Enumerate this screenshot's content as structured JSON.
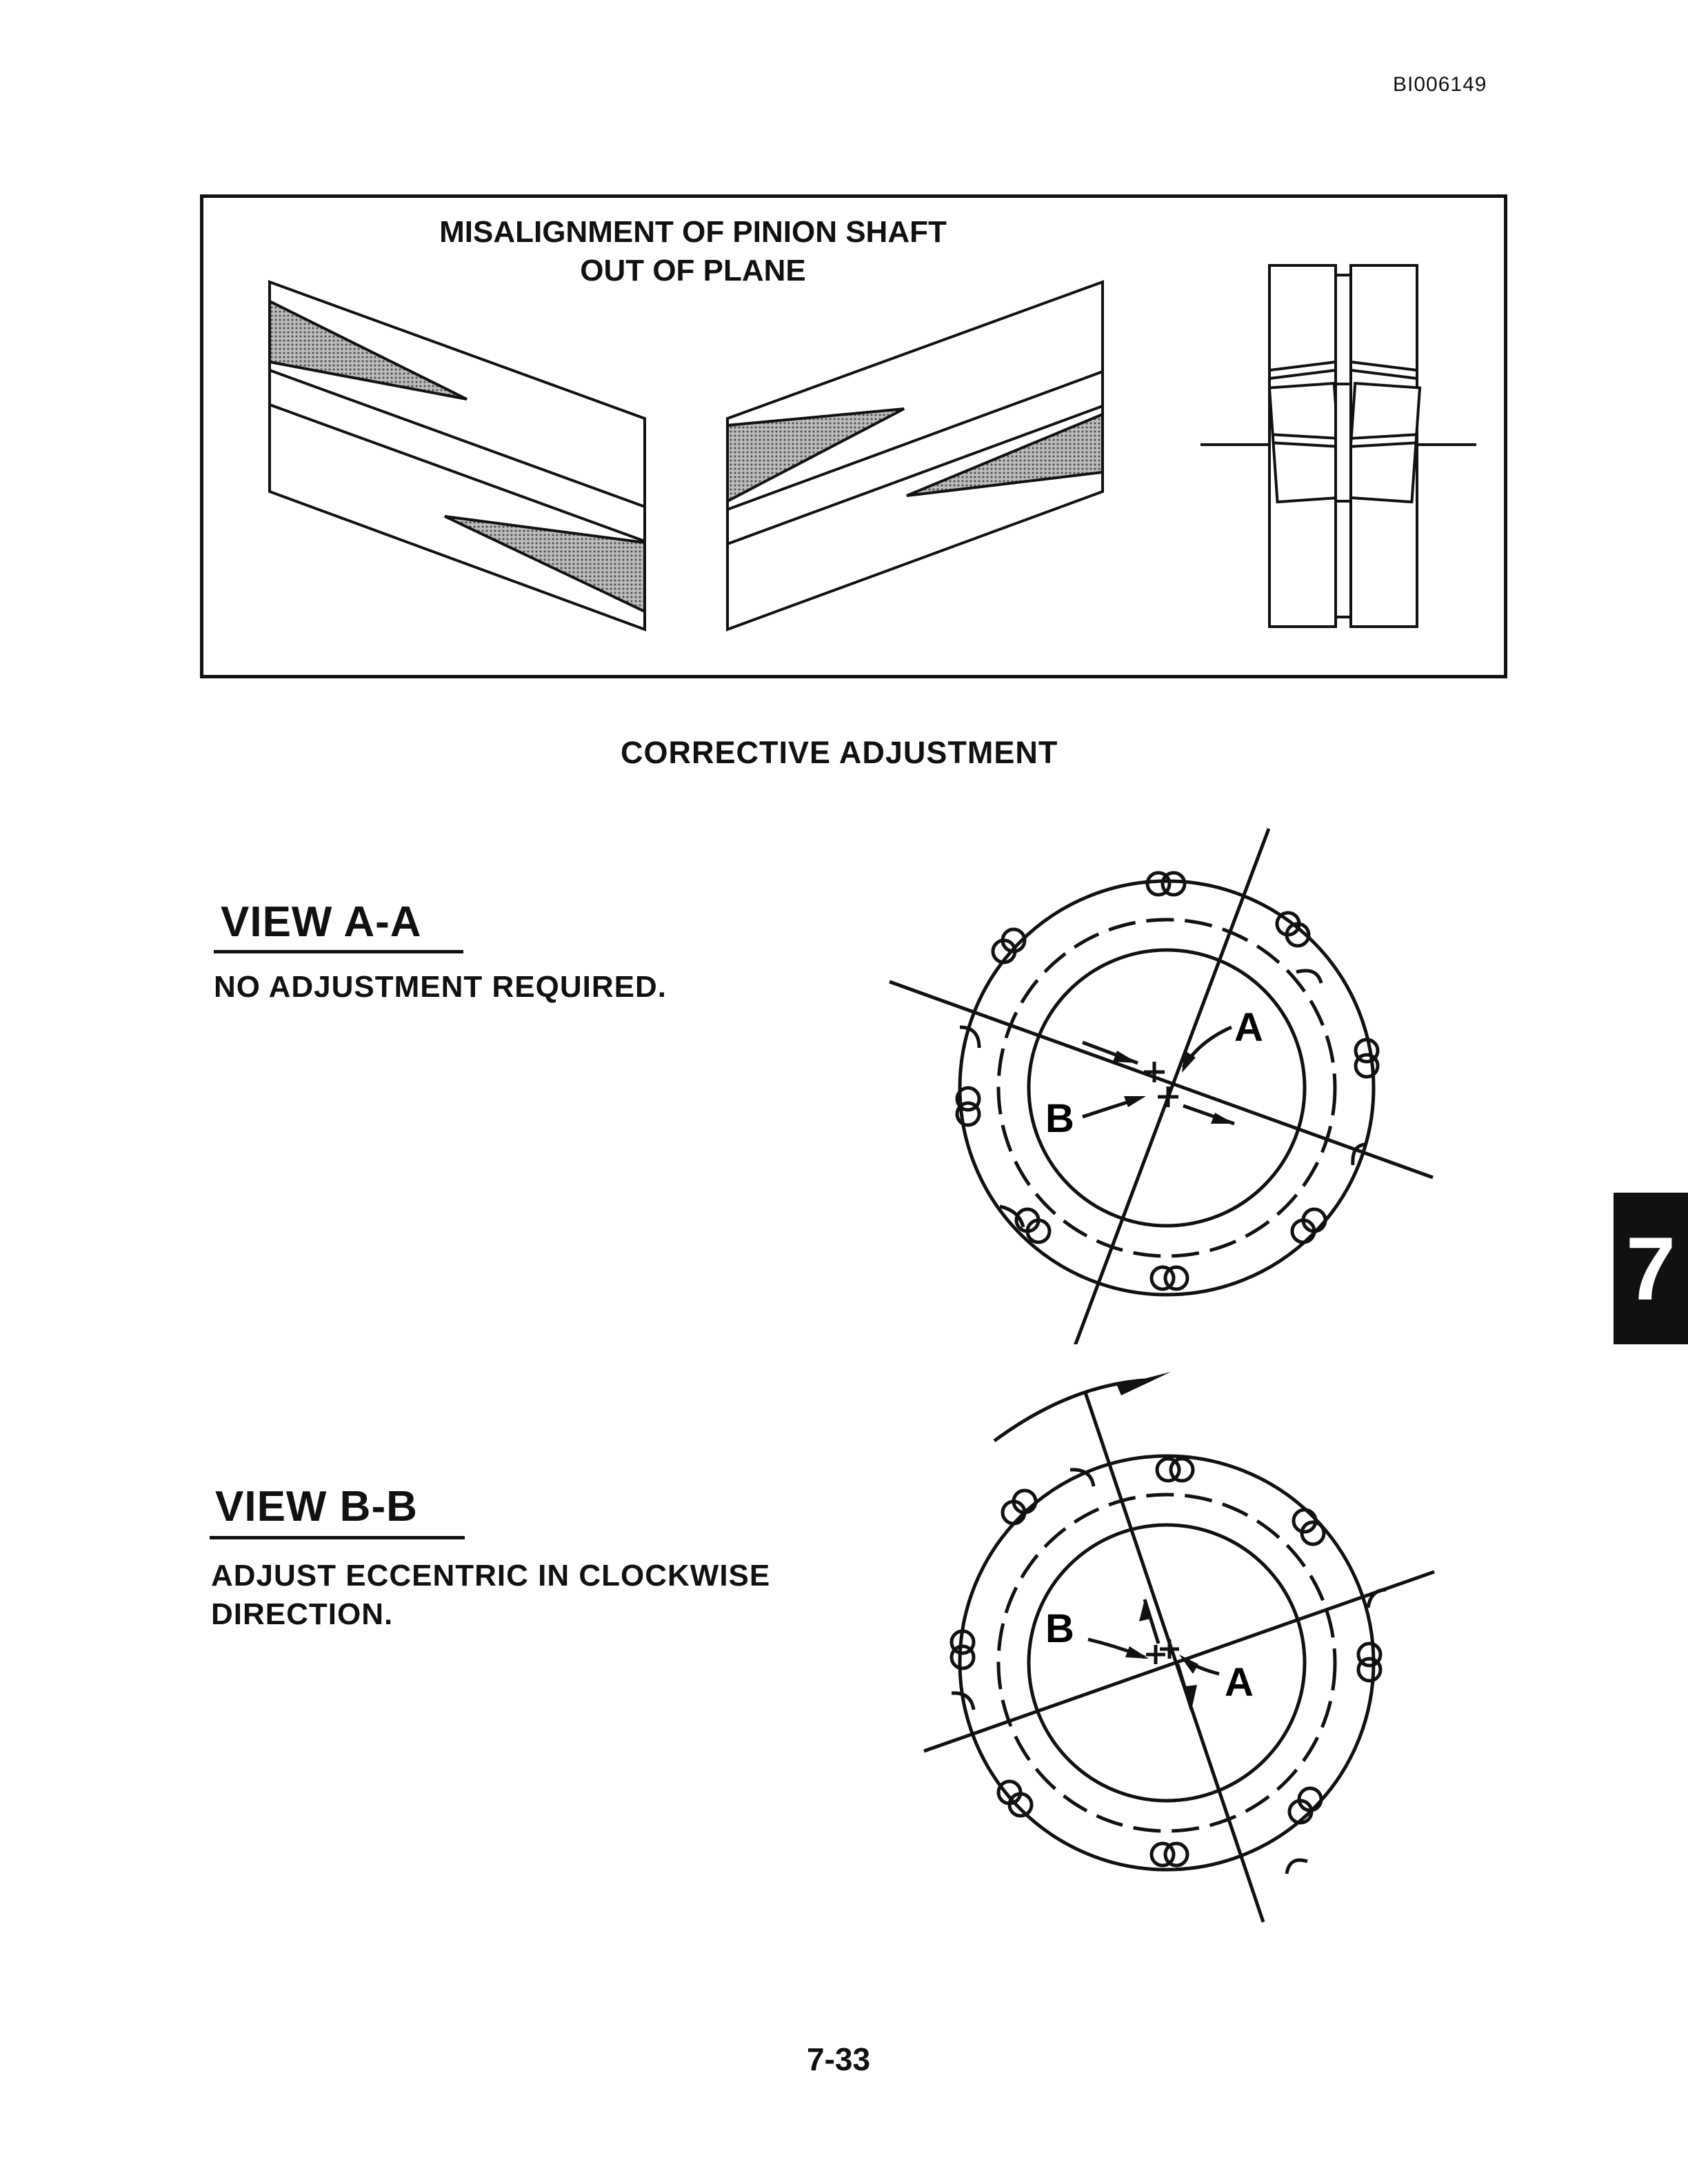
{
  "document_id": "BI006149",
  "figure": {
    "title_line1": "MISALIGNMENT OF PINION SHAFT",
    "title_line2": "OUT OF PLANE"
  },
  "section_title": "CORRECTIVE ADJUSTMENT",
  "view_a": {
    "heading": "VIEW A-A",
    "text": "NO ADJUSTMENT REQUIRED.",
    "label_a": "A",
    "label_b": "B"
  },
  "view_b": {
    "heading": "VIEW B-B",
    "text_line1": "ADJUST ECCENTRIC IN CLOCKWISE",
    "text_line2": "DIRECTION.",
    "label_a": "A",
    "label_b": "B"
  },
  "tab_marker": "7",
  "page_number": "7-33"
}
